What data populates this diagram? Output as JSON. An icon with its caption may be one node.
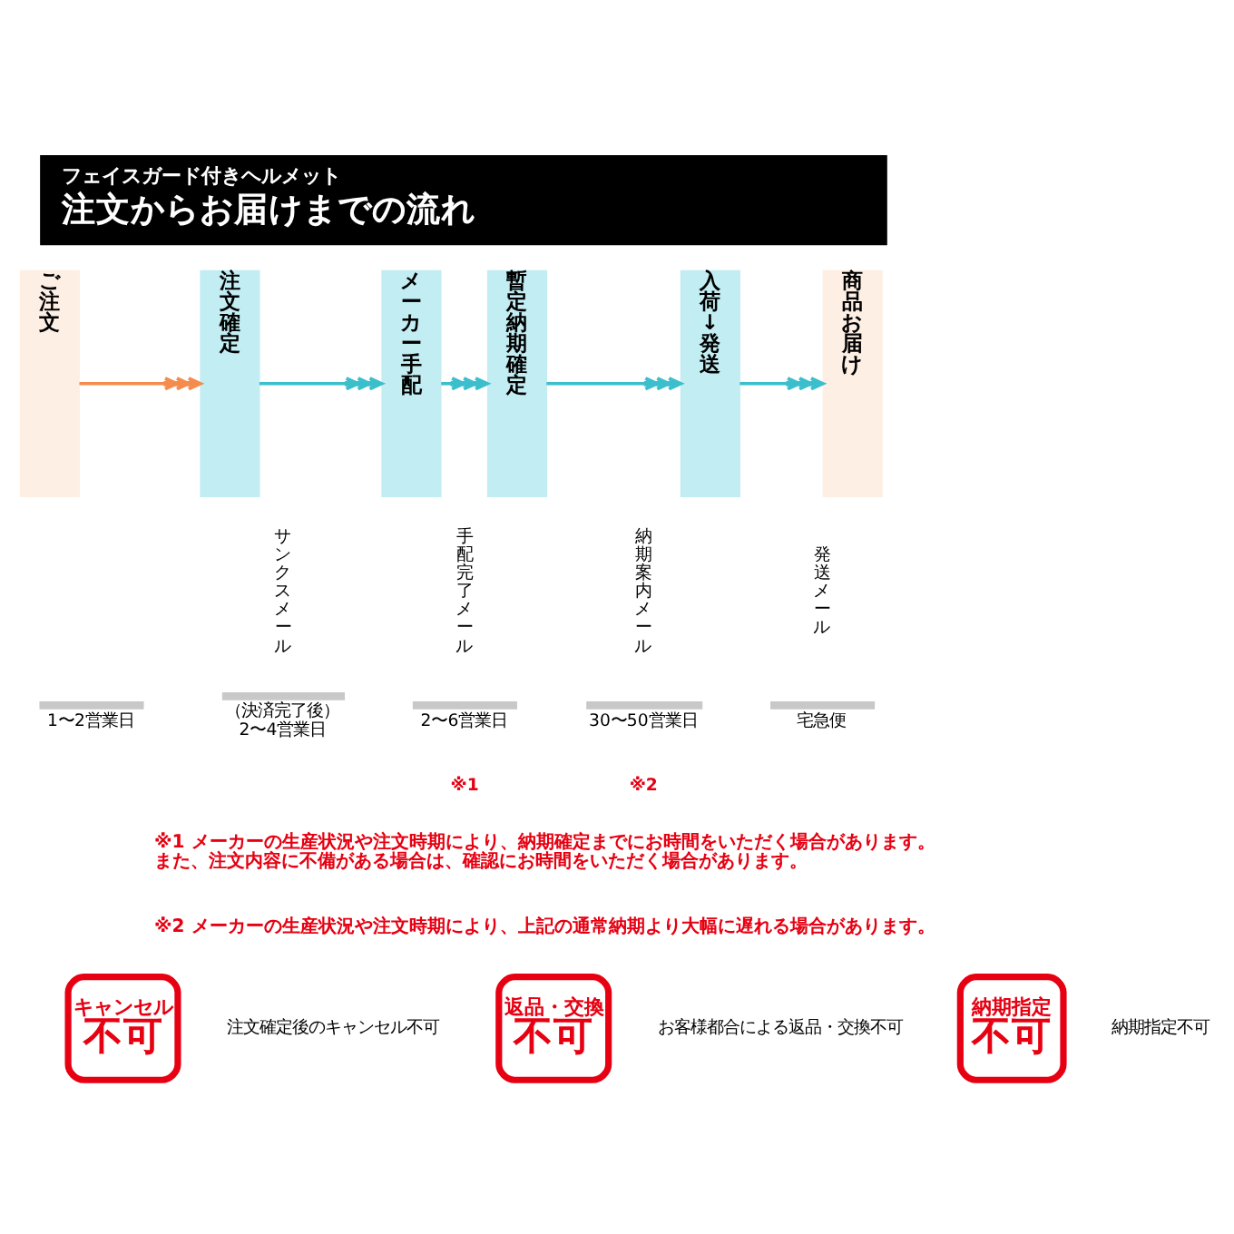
{
  "diagram": {
    "nodes": [
      {
        "text": [
          "フェイスガード付きヘルメット",
          "注文からお届けまでの流れ"
        ]
      },
      {
        "text": [
          "ご注文"
        ]
      },
      {
        "text": [
          "注文確定"
        ]
      },
      {
        "text": [
          "メーカー手配"
        ]
      },
      {
        "text": [
          "暫定納期確定"
        ]
      },
      {
        "text": [
          "入荷↓発送"
        ]
      },
      {
        "text": [
          "商品お届け"
        ]
      },
      {
        "text": [
          "キャンセル",
          "不可"
        ],
        "beside": [
          "注文確定後のキャンセル不可"
        ]
      },
      {
        "text": [
          "返品・交換",
          "不可"
        ],
        "beside": [
          "お客様都合による返品・交換不可"
        ]
      },
      {
        "text": [
          "納期指定",
          "不可"
        ],
        "beside": [
          "納期指定不可"
        ]
      }
    ],
    "edges": [
      {
        "from": 1,
        "to": 2,
        "arrow": "to",
        "color": "#f58b4c"
      },
      {
        "from": 2,
        "to": 3,
        "arrow": "to"
      },
      {
        "from": 3,
        "to": 4,
        "arrow": "to"
      },
      {
        "from": 4,
        "to": 5,
        "arrow": "to"
      },
      {
        "from": 5,
        "to": 6,
        "arrow": "to"
      }
    ],
    "labels": [
      "サンクスメール",
      "手配完了メール",
      "納期案内メール",
      "発送メール",
      "1〜2営業日",
      "（決済完了後） 2〜4営業日",
      "2〜6営業日",
      "30〜50営業日",
      "宅急便",
      "※1",
      "※2",
      "※1 メーカーの生産状況や注文時期により、納期確定までにお時間をいただく場合があります。また、注文内容に不備がある場合は、確認にお時間をいただく場合があります。",
      "※2 メーカーの生産状況や注文時期により、上記の通常納期より大幅に遅れる場合があります。"
    ]
  }
}
